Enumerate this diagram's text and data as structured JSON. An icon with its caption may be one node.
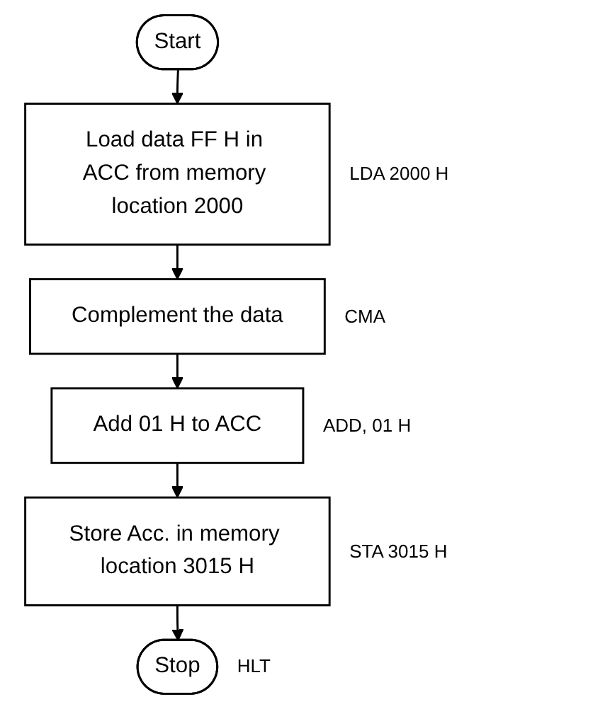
{
  "diagram": {
    "nodes": [
      {
        "text": [
          "Start"
        ]
      },
      {
        "text": [
          "Load data FF H in ACC from memory location 2000"
        ],
        "beside": [
          "LDA 2000 H"
        ]
      },
      {
        "text": [
          "Complement the data"
        ],
        "beside": [
          "CMA"
        ]
      },
      {
        "text": [
          "Add 01 H to ACC"
        ],
        "beside": [
          "ADD, 01 H"
        ]
      },
      {
        "text": [
          "Store Acc. in memory location 3015 H"
        ],
        "beside": [
          "STA 3015 H"
        ]
      },
      {
        "text": [
          "Stop"
        ],
        "beside": [
          "HLT"
        ]
      }
    ],
    "edges": [
      {
        "from": 0,
        "to": 1,
        "arrow": "to"
      },
      {
        "from": 1,
        "to": 2,
        "arrow": "to"
      },
      {
        "from": 2,
        "to": 3,
        "arrow": "to"
      },
      {
        "from": 3,
        "to": 4,
        "arrow": "to"
      },
      {
        "from": 4,
        "to": 5,
        "arrow": "to"
      }
    ]
  }
}
